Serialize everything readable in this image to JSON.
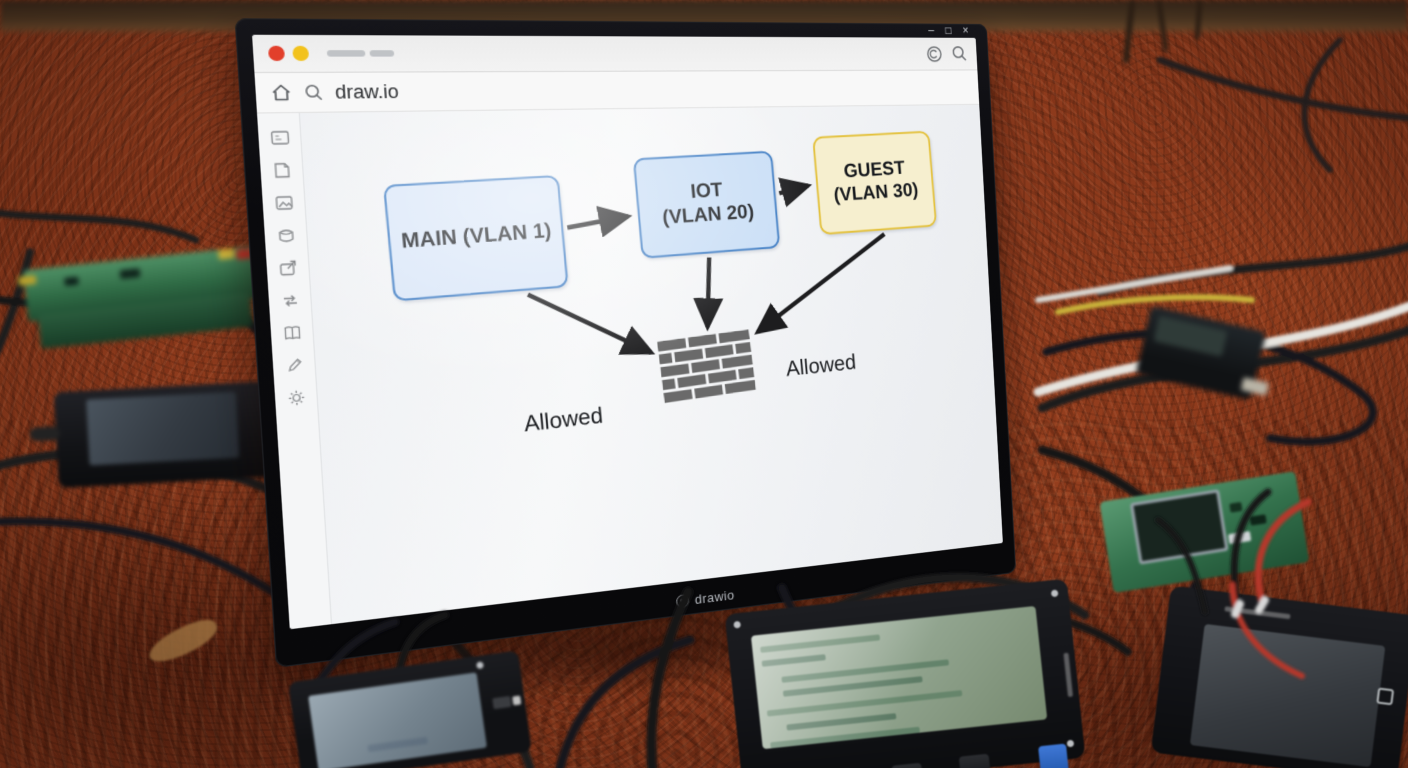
{
  "window_controls": {
    "minimize": "–",
    "maximize": "□",
    "close": "×"
  },
  "browser": {
    "url": "draw.io",
    "traffic_lights": [
      "red",
      "yellow"
    ],
    "top_right_icons": [
      "circled-c-icon",
      "search-icon"
    ],
    "address_icons": [
      "home-icon",
      "search-icon"
    ]
  },
  "sidebar_icons": [
    "shapes-icon",
    "note-icon",
    "image-shape-icon",
    "cylinder-icon",
    "export-icon",
    "swap-arrows-icon",
    "book-icon",
    "pen-icon",
    "gear-icon"
  ],
  "diagram": {
    "nodes": {
      "main": {
        "label": "MAIN (VLAN 1)",
        "fill": "#d9e6f8",
        "border": "#3f7dc4"
      },
      "iot": {
        "line1": "IOT",
        "line2": "(VLAN 20)",
        "fill": "#c9def6",
        "border": "#3f7dc4"
      },
      "guest": {
        "line1": "GUEST",
        "line2": "(VLAN 30)",
        "fill": "#f6efcf",
        "border": "#e4c23e"
      }
    },
    "edges": [
      {
        "from": "main",
        "to": "iot"
      },
      {
        "from": "iot",
        "to": "guest"
      },
      {
        "from": "main",
        "to": "firewall"
      },
      {
        "from": "iot",
        "to": "firewall"
      },
      {
        "from": "guest",
        "to": "firewall"
      }
    ],
    "firewall": {
      "icon": "brick-wall-icon",
      "color": "#6a6a6a"
    },
    "labels": {
      "allowed_left": "Allowed",
      "allowed_right": "Allowed"
    },
    "arrow_color": "#1d1d1f"
  },
  "monitor": {
    "bezel_logo": "drawio"
  },
  "scene": {
    "objects": [
      "circuit-board-left",
      "handheld-device-left",
      "adapter-box-right",
      "sensor-board-right",
      "terminal-bottom-center",
      "terminal-bottom-left",
      "terminal-bottom-right",
      "cables",
      "red-clay-ground"
    ]
  }
}
